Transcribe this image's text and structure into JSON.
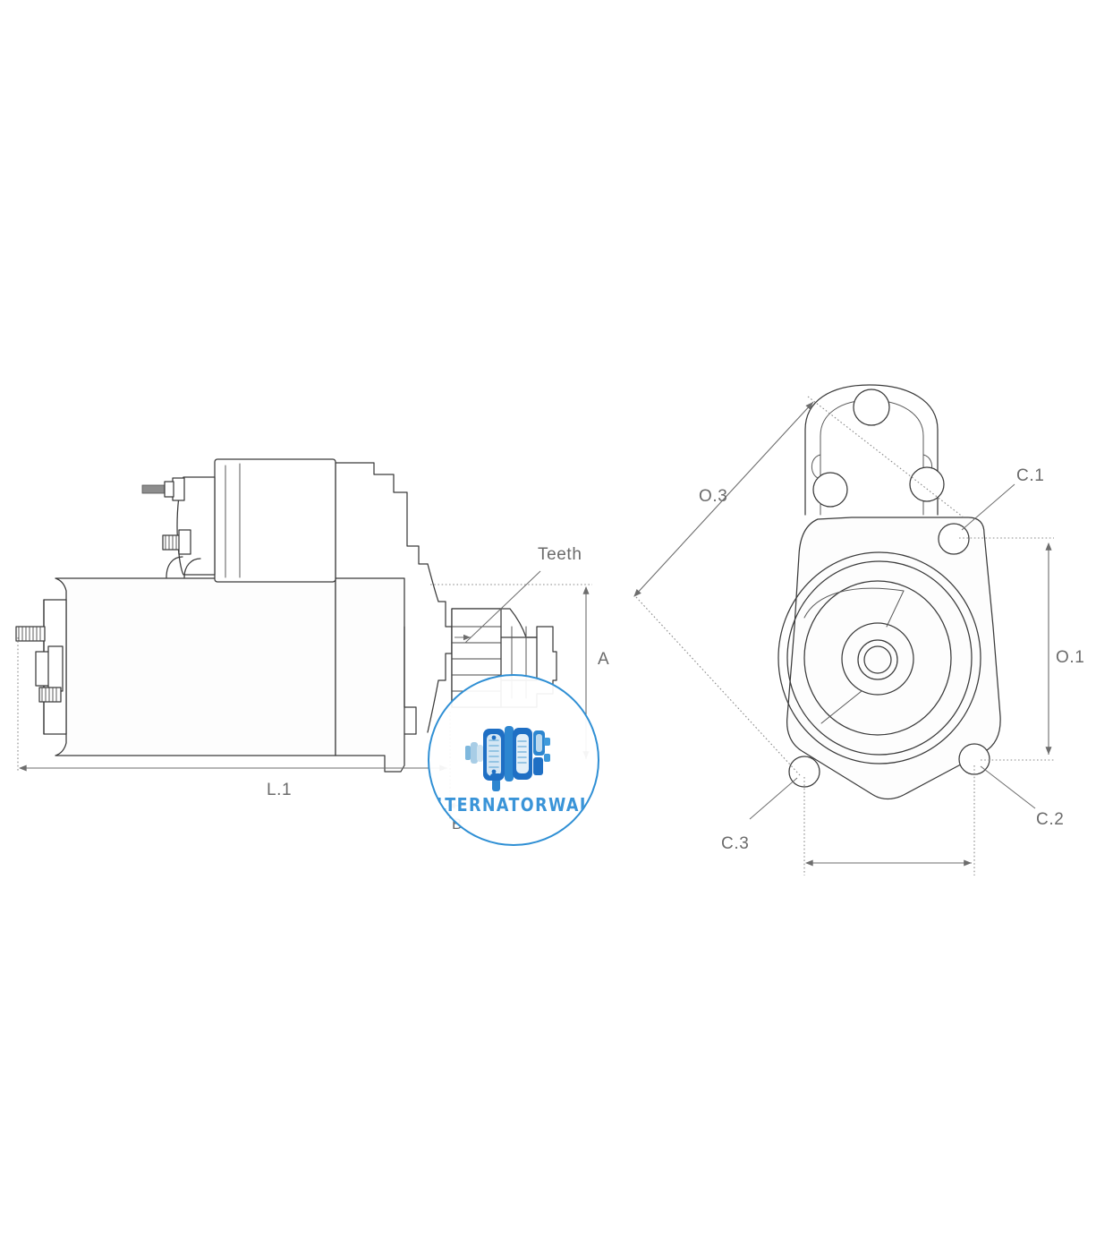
{
  "document": {
    "type": "technical-line-drawing",
    "subject": "Starter motor dimensional drawing",
    "background_color": "#ffffff",
    "line_color": "#3a3a3a",
    "dimension_color": "#6b6b6b"
  },
  "views": {
    "side_view": {
      "name": "Side view",
      "labels": {
        "teeth": "Teeth",
        "overall_length": "L.1",
        "height_a": "A",
        "dim_b": "B"
      }
    },
    "front_view": {
      "name": "Drive end front view",
      "labels": {
        "diagonal": "O.3",
        "vertical": "O.1",
        "hole_1": "C.1",
        "hole_2": "C.2",
        "hole_3": "C.3",
        "bottom_span": ""
      }
    }
  },
  "watermark": {
    "brand": "ALTERNATORWALA",
    "accent_color": "#3a94d8",
    "ring_color": "#2f8fd4",
    "logo_name": "alternator-starter-logo"
  }
}
